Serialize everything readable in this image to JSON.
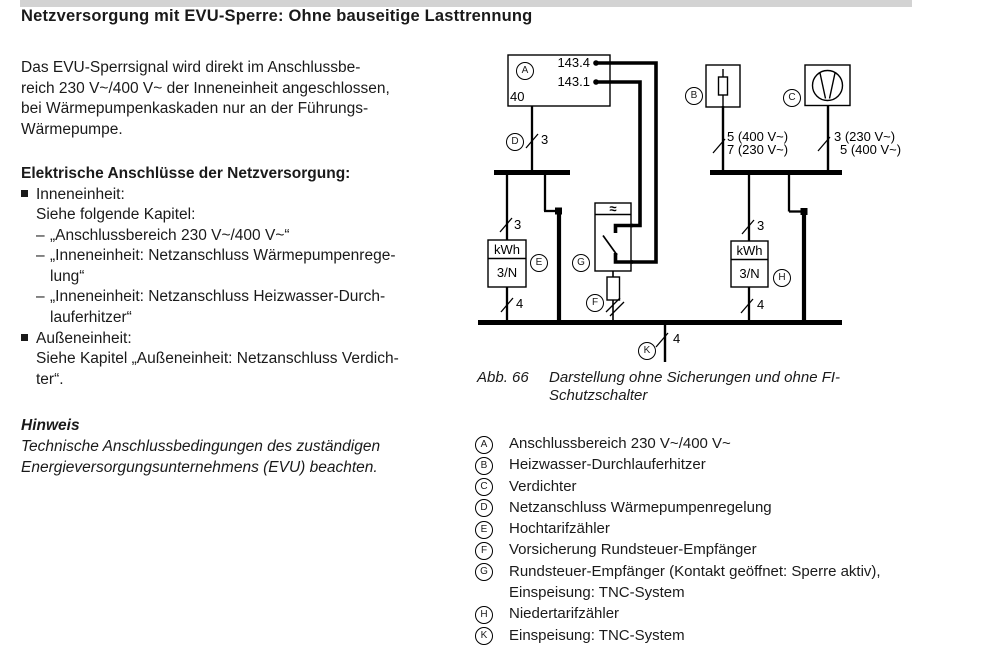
{
  "page": {
    "title": "Netzversorgung mit EVU-Sperre: Ohne bauseitige Lasttrennung"
  },
  "intro": {
    "lines": [
      "Das EVU-Sperrsignal wird direkt im Anschlussbe-",
      "reich 230 V~/400 V~ der Inneneinheit angeschlossen,",
      "bei Wärmepumpenkaskaden nur an der Führungs-",
      "Wärmepumpe."
    ]
  },
  "markers": {
    "dash": "–"
  },
  "connections": {
    "heading": "Elektrische Anschlüsse der Netzversorgung:",
    "items": [
      {
        "text": "Inneneinheit:"
      },
      {
        "text": "Siehe folgende Kapitel:"
      },
      {
        "text": "„Anschlussbereich 230 V~/400 V~“"
      },
      {
        "text": "„Inneneinheit: Netzanschluss Wärmepumpenrege-"
      },
      {
        "text": "lung“"
      },
      {
        "text": "„Inneneinheit: Netzanschluss Heizwasser-Durch-"
      },
      {
        "text": "lauferhitzer“"
      },
      {
        "text": "Außeneinheit:"
      },
      {
        "text": "Siehe Kapitel „Außeneinheit: Netzanschluss Verdich-"
      },
      {
        "text": "ter“."
      }
    ]
  },
  "note": {
    "heading": "Hinweis",
    "lines": [
      "Technische Anschlussbedingungen des zuständigen",
      "Energieversorgungsunternehmens (EVU) beachten."
    ]
  },
  "figure": {
    "terminals": {
      "t1": "143.4",
      "t2": "143.1",
      "t3": "40"
    },
    "ac": "≈",
    "meter": {
      "kwh": "kWh",
      "phases": "3/N"
    },
    "wires": {
      "d3": "3",
      "e3": "3",
      "e4": "4",
      "h3": "3",
      "h4": "4",
      "k4": "4",
      "b_top": "5 (400 V~)",
      "b_bottom": "7 (230 V~)",
      "c_top": "3 (230 V~)",
      "c_bottom": "5 (400 V~)"
    },
    "nodes": {
      "a": "A",
      "b": "B",
      "c": "C",
      "d": "D",
      "e": "E",
      "f": "F",
      "g": "G",
      "h": "H",
      "k": "K"
    },
    "caption": {
      "label": "Abb. 66",
      "line1": "Darstellung ohne Sicherungen und ohne FI-",
      "line2": "Schutzschalter"
    }
  },
  "legend": {
    "items": [
      {
        "key": "A",
        "text": "Anschlussbereich 230 V~/400 V~"
      },
      {
        "key": "B",
        "text": "Heizwasser-Durchlauferhitzer"
      },
      {
        "key": "C",
        "text": "Verdichter"
      },
      {
        "key": "D",
        "text": "Netzanschluss Wärmepumpenregelung"
      },
      {
        "key": "E",
        "text": "Hochtarifzähler"
      },
      {
        "key": "F",
        "text": "Vorsicherung Rundsteuer-Empfänger"
      },
      {
        "key": "G",
        "text": "Rundsteuer-Empfänger (Kontakt geöffnet: Sperre aktiv), Einspeisung: TNC-System"
      },
      {
        "key": "H",
        "text": "Niedertarifzähler"
      },
      {
        "key": "K",
        "text": "Einspeisung: TNC-System"
      }
    ]
  },
  "colors": {
    "top_bar": "#d3d3d3",
    "ink": "#1a1a1a",
    "line": "#000000"
  }
}
